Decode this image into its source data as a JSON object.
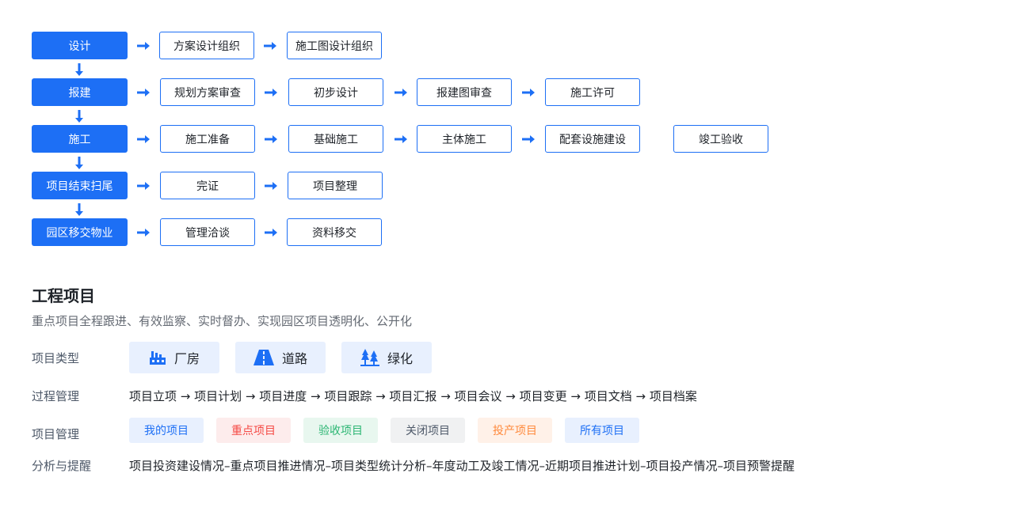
{
  "flow": {
    "stages": [
      {
        "label": "设计",
        "steps": [
          "方案设计组织",
          "施工图设计组织"
        ]
      },
      {
        "label": "报建",
        "steps": [
          "规划方案审查",
          "初步设计",
          "报建图审查",
          "施工许可"
        ]
      },
      {
        "label": "施工",
        "steps": [
          "施工准备",
          "基础施工",
          "主体施工",
          "配套设施建设",
          "竣工验收"
        ]
      },
      {
        "label": "项目结束扫尾",
        "steps": [
          "完证",
          "项目整理"
        ]
      },
      {
        "label": "园区移交物业",
        "steps": [
          "管理洽谈",
          "资料移交"
        ]
      }
    ]
  },
  "section": {
    "title": "工程项目",
    "subtitle": "重点项目全程跟进、有效监察、实时督办、实现园区项目透明化、公开化"
  },
  "project_types": {
    "label": "项目类型",
    "items": [
      {
        "label": "厂房",
        "icon": "factory-icon"
      },
      {
        "label": "道路",
        "icon": "road-icon"
      },
      {
        "label": "绿化",
        "icon": "trees-icon"
      }
    ]
  },
  "process": {
    "label": "过程管理",
    "text": "项目立项 → 项目计划 → 项目进度 → 项目跟踪 → 项目汇报 → 项目会议 → 项目变更 → 项目文档 → 项目档案"
  },
  "management": {
    "label": "项目管理",
    "tags": [
      {
        "label": "我的项目",
        "color": "#1d6ff5",
        "bg": "#e8f0fe"
      },
      {
        "label": "重点项目",
        "color": "#f54a45",
        "bg": "#fdecec"
      },
      {
        "label": "验收项目",
        "color": "#2bb673",
        "bg": "#e8f7ef"
      },
      {
        "label": "关闭项目",
        "color": "#4e5969",
        "bg": "#f0f1f2"
      },
      {
        "label": "投产项目",
        "color": "#ff8a3d",
        "bg": "#fff1e8"
      },
      {
        "label": "所有项目",
        "color": "#1d6ff5",
        "bg": "#e8f0fe"
      }
    ]
  },
  "analysis": {
    "label": "分析与提醒",
    "text": "项目投资建设情况–重点项目推进情况–项目类型统计分析–年度动工及竣工情况–近期项目推进计划–项目投产情况–项目预警提醒"
  },
  "colors": {
    "accent": "#1d6ff5"
  }
}
